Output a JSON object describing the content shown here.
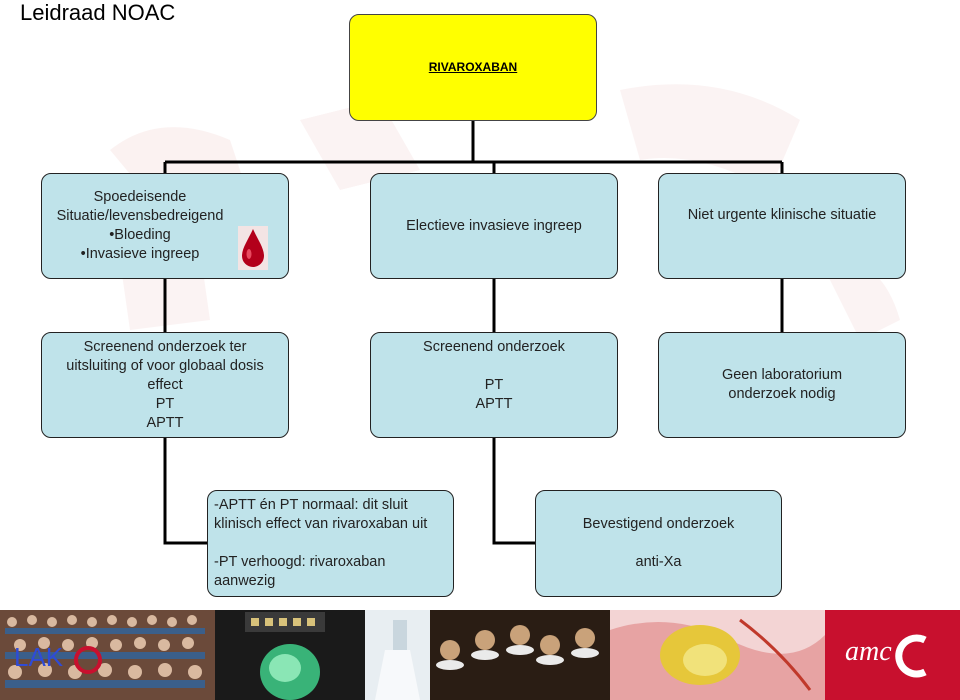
{
  "slide": {
    "title": "Leidraad NOAC"
  },
  "root": {
    "label": "RIVAROXABAN"
  },
  "level1": {
    "emergency": {
      "lines": [
        "Spoedeisende",
        "Situatie/levensbedreigend",
        "•Bloeding",
        "•Invasieve ingreep"
      ],
      "icon": "blood-drop-icon"
    },
    "elective": {
      "label": "Electieve invasieve ingreep"
    },
    "nonurgent": {
      "label": "Niet urgente klinische situatie"
    }
  },
  "level2": {
    "emergency": {
      "lines": [
        "Screenend onderzoek ter",
        "uitsluiting of voor globaal dosis",
        "effect",
        "PT",
        "APTT"
      ]
    },
    "elective": {
      "heading": "Screenend onderzoek",
      "lines": [
        "PT",
        "APTT"
      ]
    },
    "nonurgent": {
      "lines": [
        "Geen laboratorium",
        "onderzoek nodig"
      ]
    }
  },
  "level3": {
    "interpretation": {
      "para1": [
        "-APTT én PT normaal: dit sluit",
        "klinisch effect van rivaroxaban uit"
      ],
      "para2": [
        "-PT verhoogd: rivaroxaban",
        "aanwezig"
      ]
    },
    "confirm": {
      "heading": "Bevestigend onderzoek",
      "test": "anti-Xa"
    }
  },
  "footer": {
    "left_logo": "LAK",
    "right_logo": "amc"
  },
  "colors": {
    "root_fill": "#ffff00",
    "box_fill": "#bfe3ea",
    "connector": "#000000",
    "footer_logo_red": "#c8102e"
  }
}
